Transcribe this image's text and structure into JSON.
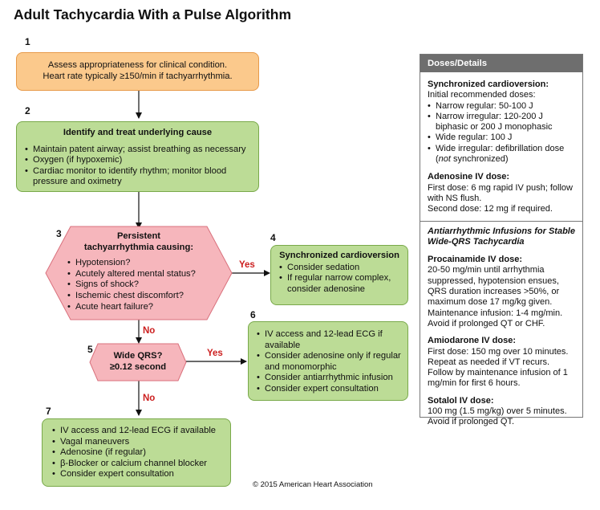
{
  "title": "Adult Tachycardia With a Pulse Algorithm",
  "steps": {
    "s1": "1",
    "s2": "2",
    "s3": "3",
    "s4": "4",
    "s5": "5",
    "s6": "6",
    "s7": "7"
  },
  "box1": {
    "line1": "Assess appropriateness for clinical condition.",
    "line2": "Heart rate typically ≥150/min if tachyarrhythmia."
  },
  "box2": {
    "heading": "Identify and treat underlying cause",
    "items": [
      "Maintain patent airway; assist breathing as necessary",
      "Oxygen (if hypoxemic)",
      "Cardiac monitor to identify rhythm; monitor blood pressure and oximetry"
    ]
  },
  "diamond3": {
    "heading1": "Persistent",
    "heading2": "tachyarrhythmia causing:",
    "items": [
      "Hypotension?",
      "Acutely altered mental status?",
      "Signs of shock?",
      "Ischemic chest discomfort?",
      "Acute heart failure?"
    ]
  },
  "box4": {
    "heading": "Synchronized cardioversion",
    "items": [
      "Consider sedation",
      "If regular narrow complex, consider adenosine"
    ]
  },
  "diamond5": {
    "line1": "Wide QRS?",
    "line2": "≥0.12 second"
  },
  "box6": {
    "items": [
      "IV access and 12-lead ECG if available",
      "Consider adenosine only if regular and monomorphic",
      "Consider antiarrhythmic infusion",
      "Consider expert consultation"
    ]
  },
  "box7": {
    "items": [
      "IV access and 12-lead ECG if available",
      "Vagal maneuvers",
      "Adenosine (if regular)",
      "β-Blocker or calcium channel blocker",
      "Consider expert consultation"
    ]
  },
  "labels": {
    "yes": "Yes",
    "no": "No"
  },
  "copyright": "© 2015 American Heart Association",
  "side": {
    "header": "Doses/Details",
    "cardioversion": {
      "heading": "Synchronized cardioversion:",
      "intro": "Initial recommended doses:",
      "items": [
        "Narrow regular: 50-100 J",
        "Narrow irregular: 120-200 J biphasic or 200 J monophasic",
        "Wide regular: 100 J"
      ],
      "wide_irregular_a": "Wide irregular: defibrillation dose (",
      "wide_irregular_em": "not",
      "wide_irregular_b": " synchronized)"
    },
    "adenosine": {
      "heading": "Adenosine IV dose:",
      "text1": "First dose: 6 mg rapid IV push; follow with NS flush.",
      "text2": "Second dose: 12 mg if required."
    },
    "infusions_heading": "Antiarrhythmic Infusions for Stable Wide-QRS Tachycardia",
    "procainamide": {
      "heading": "Procainamide IV dose:",
      "text1": "20-50 mg/min until arrhythmia suppressed, hypotension ensues, QRS duration increases >50%, or maximum dose 17 mg/kg given.",
      "text2": "Maintenance infusion: 1-4 mg/min. Avoid if prolonged QT or CHF."
    },
    "amiodarone": {
      "heading": "Amiodarone IV dose:",
      "text1": "First dose: 150 mg over 10 minutes. Repeat as needed if VT recurs.",
      "text2": "Follow by maintenance infusion of 1 mg/min for first 6 hours."
    },
    "sotalol": {
      "heading": "Sotalol IV dose:",
      "text1": "100 mg (1.5 mg/kg) over 5 minutes. Avoid if prolonged QT."
    }
  },
  "colors": {
    "orange_fill": "#fbc98c",
    "green_fill": "#bcdc96",
    "pink_fill": "#f6b6bc",
    "red_label": "#cc1f1f",
    "side_header": "#6e6e6e"
  }
}
